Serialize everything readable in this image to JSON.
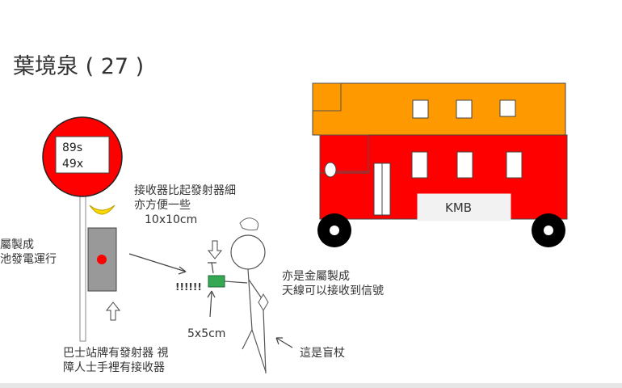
{
  "title": "葉境泉 ( 27  )",
  "sign": {
    "route_1": "89s",
    "route_2": "49x"
  },
  "bus": {
    "plate": "KMB"
  },
  "labels": {
    "receiver_note_1": "接收器比起發射器細",
    "receiver_note_2": "亦方便一些",
    "receiver_size": "10x10cm",
    "left_note_1": "屬製成",
    "left_note_2": "池發電運行",
    "signal": "!!!!!!",
    "small_size": "5x5cm",
    "antenna_note_1": "亦是金屬製成",
    "antenna_note_2": "天線可以接收到信號",
    "cane_note": "這是盲杖",
    "bottom_note_1": "巴士站牌有發射器 視",
    "bottom_note_2": "障人士手裡有接收器"
  },
  "colors": {
    "sign_red": "#ff0000",
    "bus_orange": "#ff9900",
    "bus_red": "#ff0000",
    "device_gray": "#999999",
    "receiver_green": "#34a853",
    "moon_yellow": "#ffd700"
  }
}
